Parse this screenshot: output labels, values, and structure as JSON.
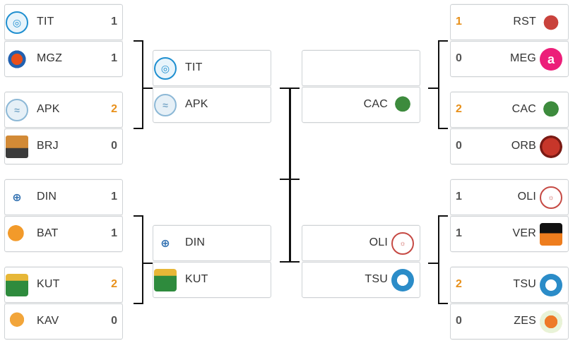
{
  "bracket": {
    "round1_left": [
      {
        "top": {
          "name": "TIT",
          "score": "1",
          "winner": false,
          "logo_icon": "tit-logo-icon"
        },
        "bottom": {
          "name": "MGZ",
          "score": "1",
          "winner": false,
          "logo_icon": "mgz-logo-icon"
        }
      },
      {
        "top": {
          "name": "APK",
          "score": "2",
          "winner": true,
          "logo_icon": "apk-logo-icon"
        },
        "bottom": {
          "name": "BRJ",
          "score": "0",
          "winner": false,
          "logo_icon": "brj-logo-icon"
        }
      },
      {
        "top": {
          "name": "DIN",
          "score": "1",
          "winner": false,
          "logo_icon": "din-logo-icon"
        },
        "bottom": {
          "name": "BAT",
          "score": "1",
          "winner": false,
          "logo_icon": "bat-logo-icon"
        }
      },
      {
        "top": {
          "name": "KUT",
          "score": "2",
          "winner": true,
          "logo_icon": "kut-logo-icon"
        },
        "bottom": {
          "name": "KAV",
          "score": "0",
          "winner": false,
          "logo_icon": "kav-logo-icon"
        }
      }
    ],
    "round2_left": [
      {
        "top": {
          "name": "TIT",
          "score": "",
          "winner": false,
          "logo_icon": "tit-logo-icon"
        },
        "bottom": {
          "name": "APK",
          "score": "",
          "winner": false,
          "logo_icon": "apk-logo-icon"
        }
      },
      {
        "top": {
          "name": "DIN",
          "score": "",
          "winner": false,
          "logo_icon": "din-logo-icon"
        },
        "bottom": {
          "name": "KUT",
          "score": "",
          "winner": false,
          "logo_icon": "kut-logo-icon"
        }
      }
    ],
    "round2_right": [
      {
        "top": {
          "name": "",
          "score": "",
          "winner": false,
          "logo_icon": ""
        },
        "bottom": {
          "name": "CAC",
          "score": "",
          "winner": false,
          "logo_icon": "cac-logo-icon"
        }
      },
      {
        "top": {
          "name": "OLI",
          "score": "",
          "winner": false,
          "logo_icon": "oli-logo-icon"
        },
        "bottom": {
          "name": "TSU",
          "score": "",
          "winner": false,
          "logo_icon": "tsu-logo-icon"
        }
      }
    ],
    "round1_right": [
      {
        "top": {
          "name": "RST",
          "score": "1",
          "winner": true,
          "logo_icon": "rst-logo-icon"
        },
        "bottom": {
          "name": "MEG",
          "score": "0",
          "winner": false,
          "logo_icon": "meg-logo-icon"
        }
      },
      {
        "top": {
          "name": "CAC",
          "score": "2",
          "winner": true,
          "logo_icon": "cac-logo-icon"
        },
        "bottom": {
          "name": "ORB",
          "score": "0",
          "winner": false,
          "logo_icon": "orb-logo-icon"
        }
      },
      {
        "top": {
          "name": "OLI",
          "score": "1",
          "winner": false,
          "logo_icon": "oli-logo-icon"
        },
        "bottom": {
          "name": "VER",
          "score": "1",
          "winner": false,
          "logo_icon": "ver-logo-icon"
        }
      },
      {
        "top": {
          "name": "TSU",
          "score": "2",
          "winner": true,
          "logo_icon": "tsu-logo-icon"
        },
        "bottom": {
          "name": "ZES",
          "score": "0",
          "winner": false,
          "logo_icon": "zes-logo-icon"
        }
      }
    ]
  },
  "colors": {
    "winner_score": "#e8901a",
    "score": "#555555",
    "connector": "#111111",
    "card_border": "#cfd3d6"
  }
}
